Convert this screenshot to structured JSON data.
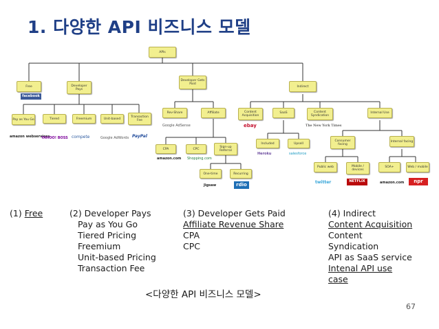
{
  "slide": {
    "title": "1. 다양한 API 비즈니스 모델",
    "caption": "<다양한 API 비즈니스 모델>",
    "page_number": "67"
  },
  "tree": {
    "nodes": {
      "apis": "APIs",
      "free": "Free",
      "dev_pays": "Developer Pays",
      "dev_paid": "Developer Gets Paid",
      "indirect": "Indirect",
      "pay_as_you_go": "Pay as You Go",
      "tiered": "Tiered",
      "freemium": "Freemium",
      "unit_based": "Unit-based",
      "transaction_fee": "Transaction Fee",
      "rev_share": "Rev-Share",
      "affiliate": "Affiliate",
      "cpa": "CPA",
      "cpc": "CPC",
      "signup_referral": "Sign-up Referral",
      "one_time": "One-time",
      "recurring": "Recurring",
      "content_acquisition": "Content Acquisition",
      "saas": "SaaS",
      "content_syndication": "Content Syndication",
      "internal_use": "Internal Use",
      "included": "Included",
      "upsell": "Upsell",
      "consumer_facing": "Consumer facing",
      "internal_facing": "Internal facing",
      "public_web": "Public web",
      "mobile_devices": "Mobile / devices",
      "soa": "SOA+",
      "web_mobile": "Web / mobile"
    },
    "logos": {
      "facebook": "facebook",
      "amazon": "amazon webservices",
      "yahoo": "YAHOO! BOSS",
      "compete": "compete",
      "google_adwords": "Google AdWords",
      "paypal": "PayPal",
      "google_adsense": "Google AdSense",
      "amazon2": "amazon.com",
      "shopping": "Shopping.com",
      "jigsaw": "Jigsaw",
      "rdio": "rdio",
      "ebay": "ebay",
      "nytimes": "The New York Times",
      "heroku": "Heroku",
      "salesforce": "salesforce",
      "twitter": "twitter",
      "netflix": "NETFLIX",
      "amazon3": "amazon.com",
      "npr": "npr"
    }
  },
  "columns": {
    "free": {
      "prefix": "(1) ",
      "label": "Free"
    },
    "developer_pays": {
      "heading": "(2) Developer Pays",
      "items": [
        "Pay as You Go",
        "Tiered Pricing",
        "Freemium",
        "Unit-based Pricing",
        "Transaction Fee"
      ]
    },
    "developer_gets_paid": {
      "heading": "(3) Developer Gets Paid",
      "items": [
        "Affiliate Revenue Share",
        "CPA",
        "CPC"
      ]
    },
    "indirect": {
      "heading": "(4) Indirect",
      "items": [
        "Content Acquisition",
        "Content",
        "Syndication",
        "API as SaaS service",
        "Intenal API use",
        "case"
      ]
    }
  }
}
